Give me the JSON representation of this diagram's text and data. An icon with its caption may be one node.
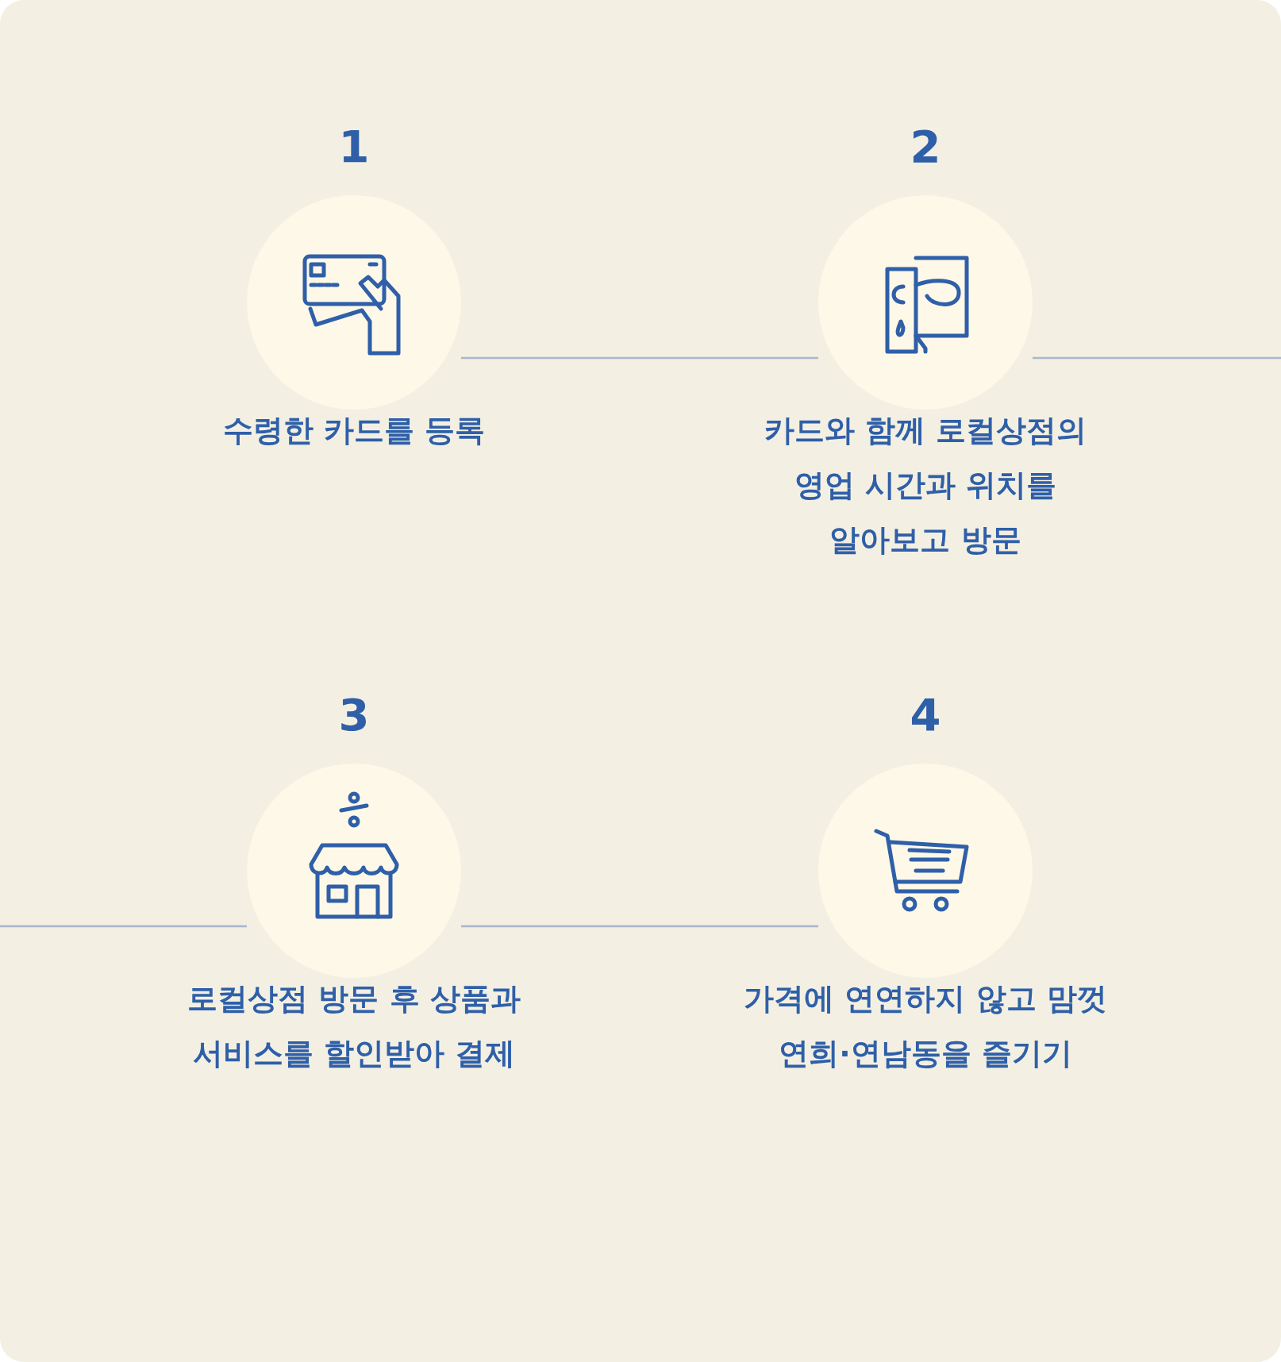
{
  "diagram": {
    "nodes": [
      {
        "text": [
          "1",
          "수령한 카드를 등록"
        ]
      },
      {
        "text": [
          "2",
          "카드와 함께 로컬상점의 영업 시간과 위치를 알아보고 방문"
        ]
      },
      {
        "text": [
          "3",
          "로컬상점 방문 후 상품과 서비스를 할인받아 결제"
        ]
      },
      {
        "text": [
          "4",
          "가격에 연연하지 않고 맘껏 연희·연남동을 즐기기"
        ]
      }
    ],
    "edges": [
      {
        "from": 0,
        "to": 1,
        "arrow": "none"
      },
      {
        "from": 1,
        "to": null,
        "arrow": "none"
      },
      {
        "from": null,
        "to": 2,
        "arrow": "none"
      },
      {
        "from": 2,
        "to": 3,
        "arrow": "none"
      }
    ]
  }
}
